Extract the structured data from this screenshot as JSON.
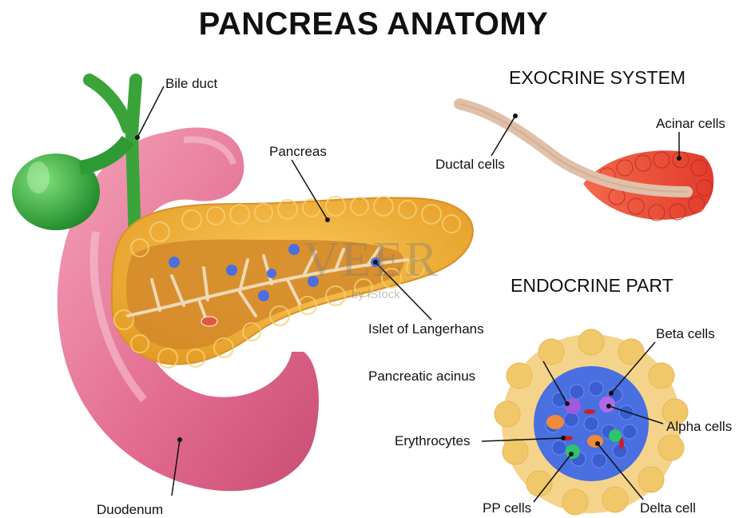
{
  "title": "PANCREAS ANATOMY",
  "sections": {
    "exocrine": "EXOCRINE SYSTEM",
    "endocrine": "ENDOCRINE PART"
  },
  "labels": {
    "bile_duct": "Bile duct",
    "pancreas": "Pancreas",
    "islet": "Islet of Langerhans",
    "acinus": "Pancreatic acinus",
    "duodenum": "Duodenum",
    "ductal": "Ductal cells",
    "acinar": "Acinar cells",
    "beta": "Beta cells",
    "alpha": "Alpha cells",
    "erythrocytes": "Erythrocytes",
    "pp": "PP cells",
    "delta": "Delta cell"
  },
  "watermark": {
    "main": "VEER",
    "sub": "by iStock"
  },
  "colors": {
    "gallbladder": "#3cb043",
    "duodenum": "#e8799a",
    "pancreas": "#f0a830",
    "pancreas_inner": "#d98a2a",
    "islet": "#4a6fe0",
    "acinar": "#e84a35",
    "duct": "#e0c0a8"
  }
}
